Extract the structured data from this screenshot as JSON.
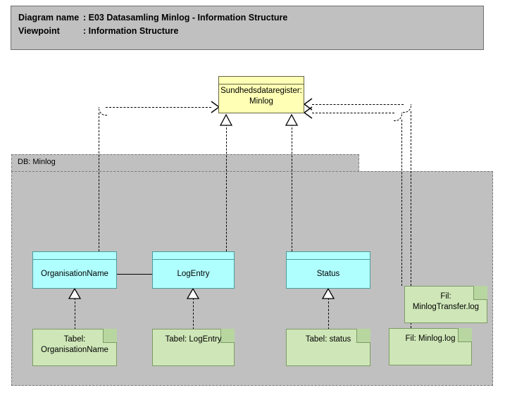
{
  "header": {
    "diagram_name_label": "Diagram name",
    "diagram_name_sep": ": E03 Datasamling Minlog - Information Structure",
    "viewpoint_label": "Viewpoint",
    "viewpoint_sep": ": Information Structure"
  },
  "group": {
    "label": "DB: Minlog"
  },
  "nodes": {
    "business_object": {
      "label": "Sundhedsdataregister: Minlog",
      "color": "#ffffb5"
    },
    "organisation_name": {
      "label": "OrganisationName",
      "color": "#b0ffff"
    },
    "log_entry": {
      "label": "LogEntry",
      "color": "#b0ffff"
    },
    "status": {
      "label": "Status",
      "color": "#b0ffff"
    }
  },
  "artifacts": {
    "tabel_organisation_name": {
      "label": "Tabel: OrganisationName",
      "color": "#cfe7b8"
    },
    "tabel_log_entry": {
      "label": "Tabel: LogEntry",
      "color": "#cfe7b8"
    },
    "tabel_status": {
      "label": "Tabel: status",
      "color": "#cfe7b8"
    },
    "fil_minlog_transfer": {
      "label": "Fil: MinlogTransfer.log",
      "color": "#cfe7b8"
    },
    "fil_minlog": {
      "label": "Fil: Minlog.log",
      "color": "#cfe7b8"
    }
  },
  "theme": {
    "title_block_bg": "#c0c0c0",
    "group_bg": "#c0c0c0",
    "line_color": "#000000",
    "canvas_bg": "#ffffff"
  }
}
